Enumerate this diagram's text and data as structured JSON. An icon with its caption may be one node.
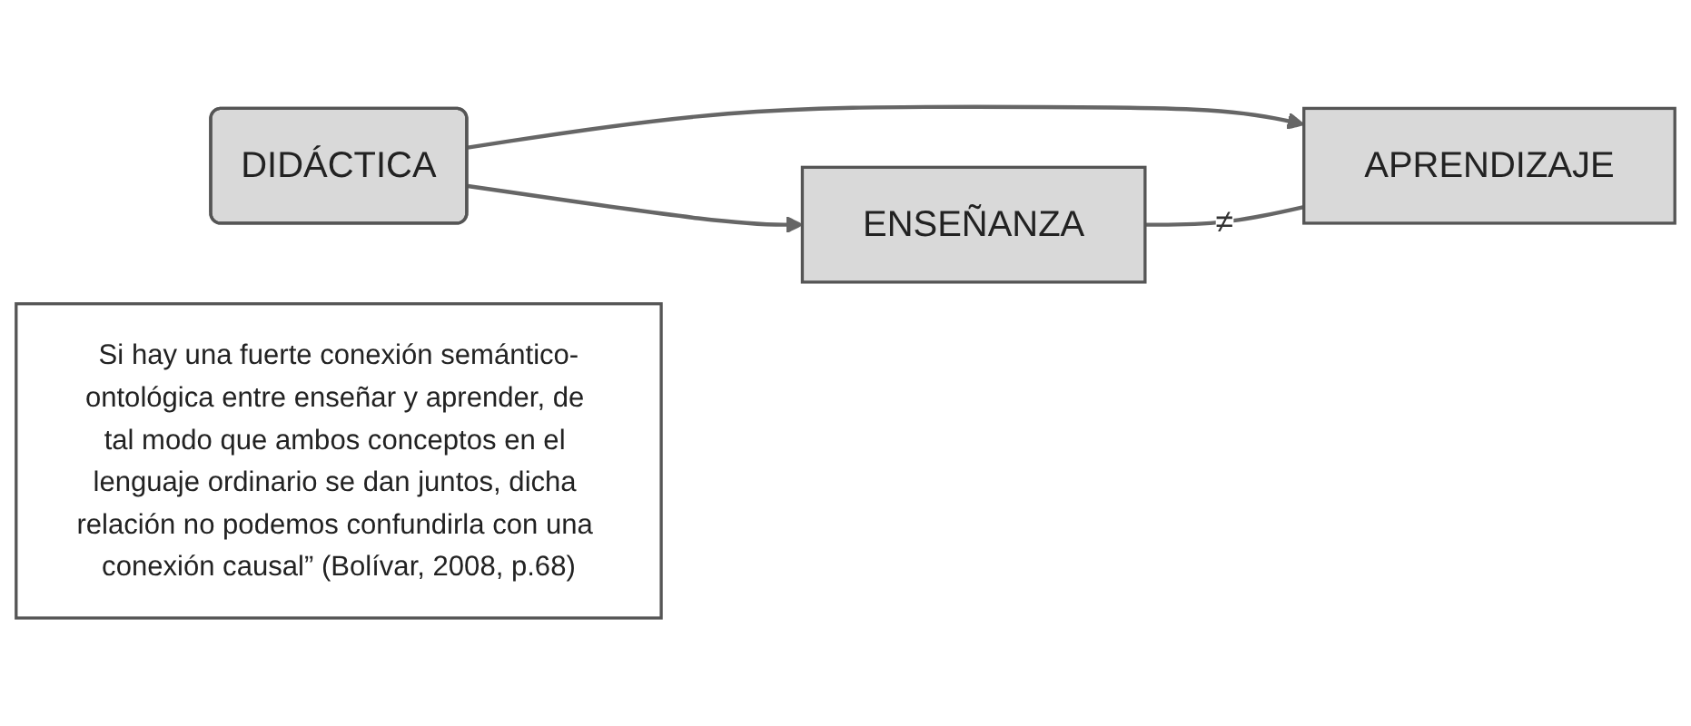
{
  "diagram": {
    "nodes": [
      {
        "text": [
          "DIDÁCTICA"
        ]
      },
      {
        "text": [
          "ENSEÑANZA"
        ]
      },
      {
        "text": [
          "APRENDIZAJE"
        ]
      },
      {
        "text": [
          "Si hay una fuerte conexión semántico-ontológica entre enseñar y aprender, de tal modo que ambos conceptos en el lenguaje ordinario se dan juntos, dicha relación no podemos confundirla con una conexión causal” (Bolívar, 2008, p.68)"
        ]
      }
    ],
    "edges": [
      {
        "from": 0,
        "to": 1,
        "arrow": "to"
      },
      {
        "from": 0,
        "to": 2,
        "arrow": "to"
      },
      {
        "from": 1,
        "to": 2,
        "arrow": "none",
        "label": "≠"
      }
    ]
  }
}
